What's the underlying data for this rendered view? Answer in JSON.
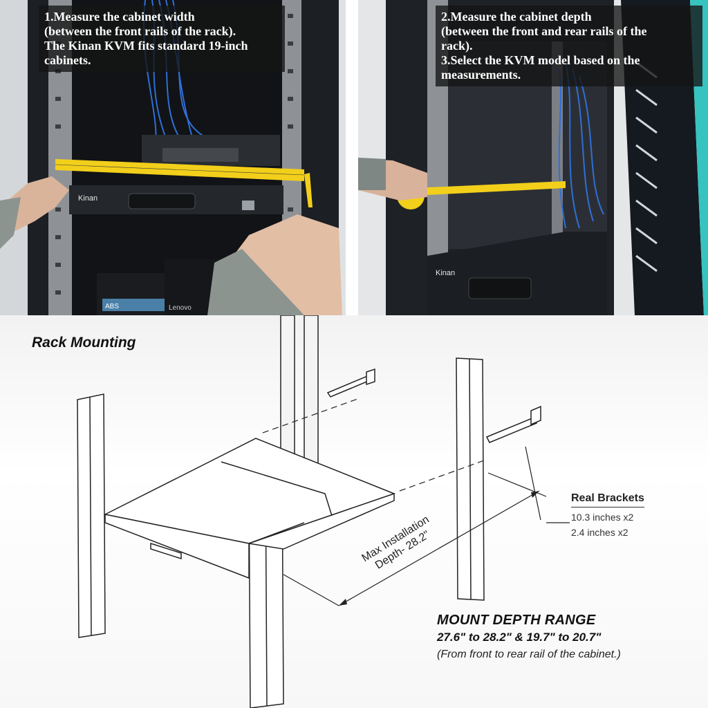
{
  "panels": {
    "left": {
      "caption": "1.Measure the cabinet width\n(between the front rails of the rack).\nThe Kinan KVM fits standard 19-inch\ncabinets.",
      "brand": "Kinan",
      "ups_label": "ABS",
      "ups2_label": "Lenovo"
    },
    "right": {
      "caption": "2.Measure the cabinet depth\n (between the front and rear rails of the\nrack).\n3.Select the KVM model based on the\nmeasurements.",
      "brand": "Kinan"
    }
  },
  "diagram": {
    "title": "Rack Mounting",
    "brackets": {
      "title": "Real Brackets",
      "lines": [
        "10.3 inches x2",
        "2.4 inches x2"
      ]
    },
    "depth_label_line1": "Max Installation",
    "depth_label_line2": "Depth- 28.2\"",
    "mount_depth": {
      "title": "MOUNT DEPTH RANGE",
      "range": "27.6\" to 28.2\" & 19.7\" to 20.7\"",
      "note": "(From front to rear rail of the cabinet.)"
    }
  },
  "colors": {
    "cabinet_dark": "#1c1f24",
    "rail_gray": "#8e9296",
    "tape_yellow": "#f2cf1a",
    "cable_blue": "#2f6fd6"
  }
}
